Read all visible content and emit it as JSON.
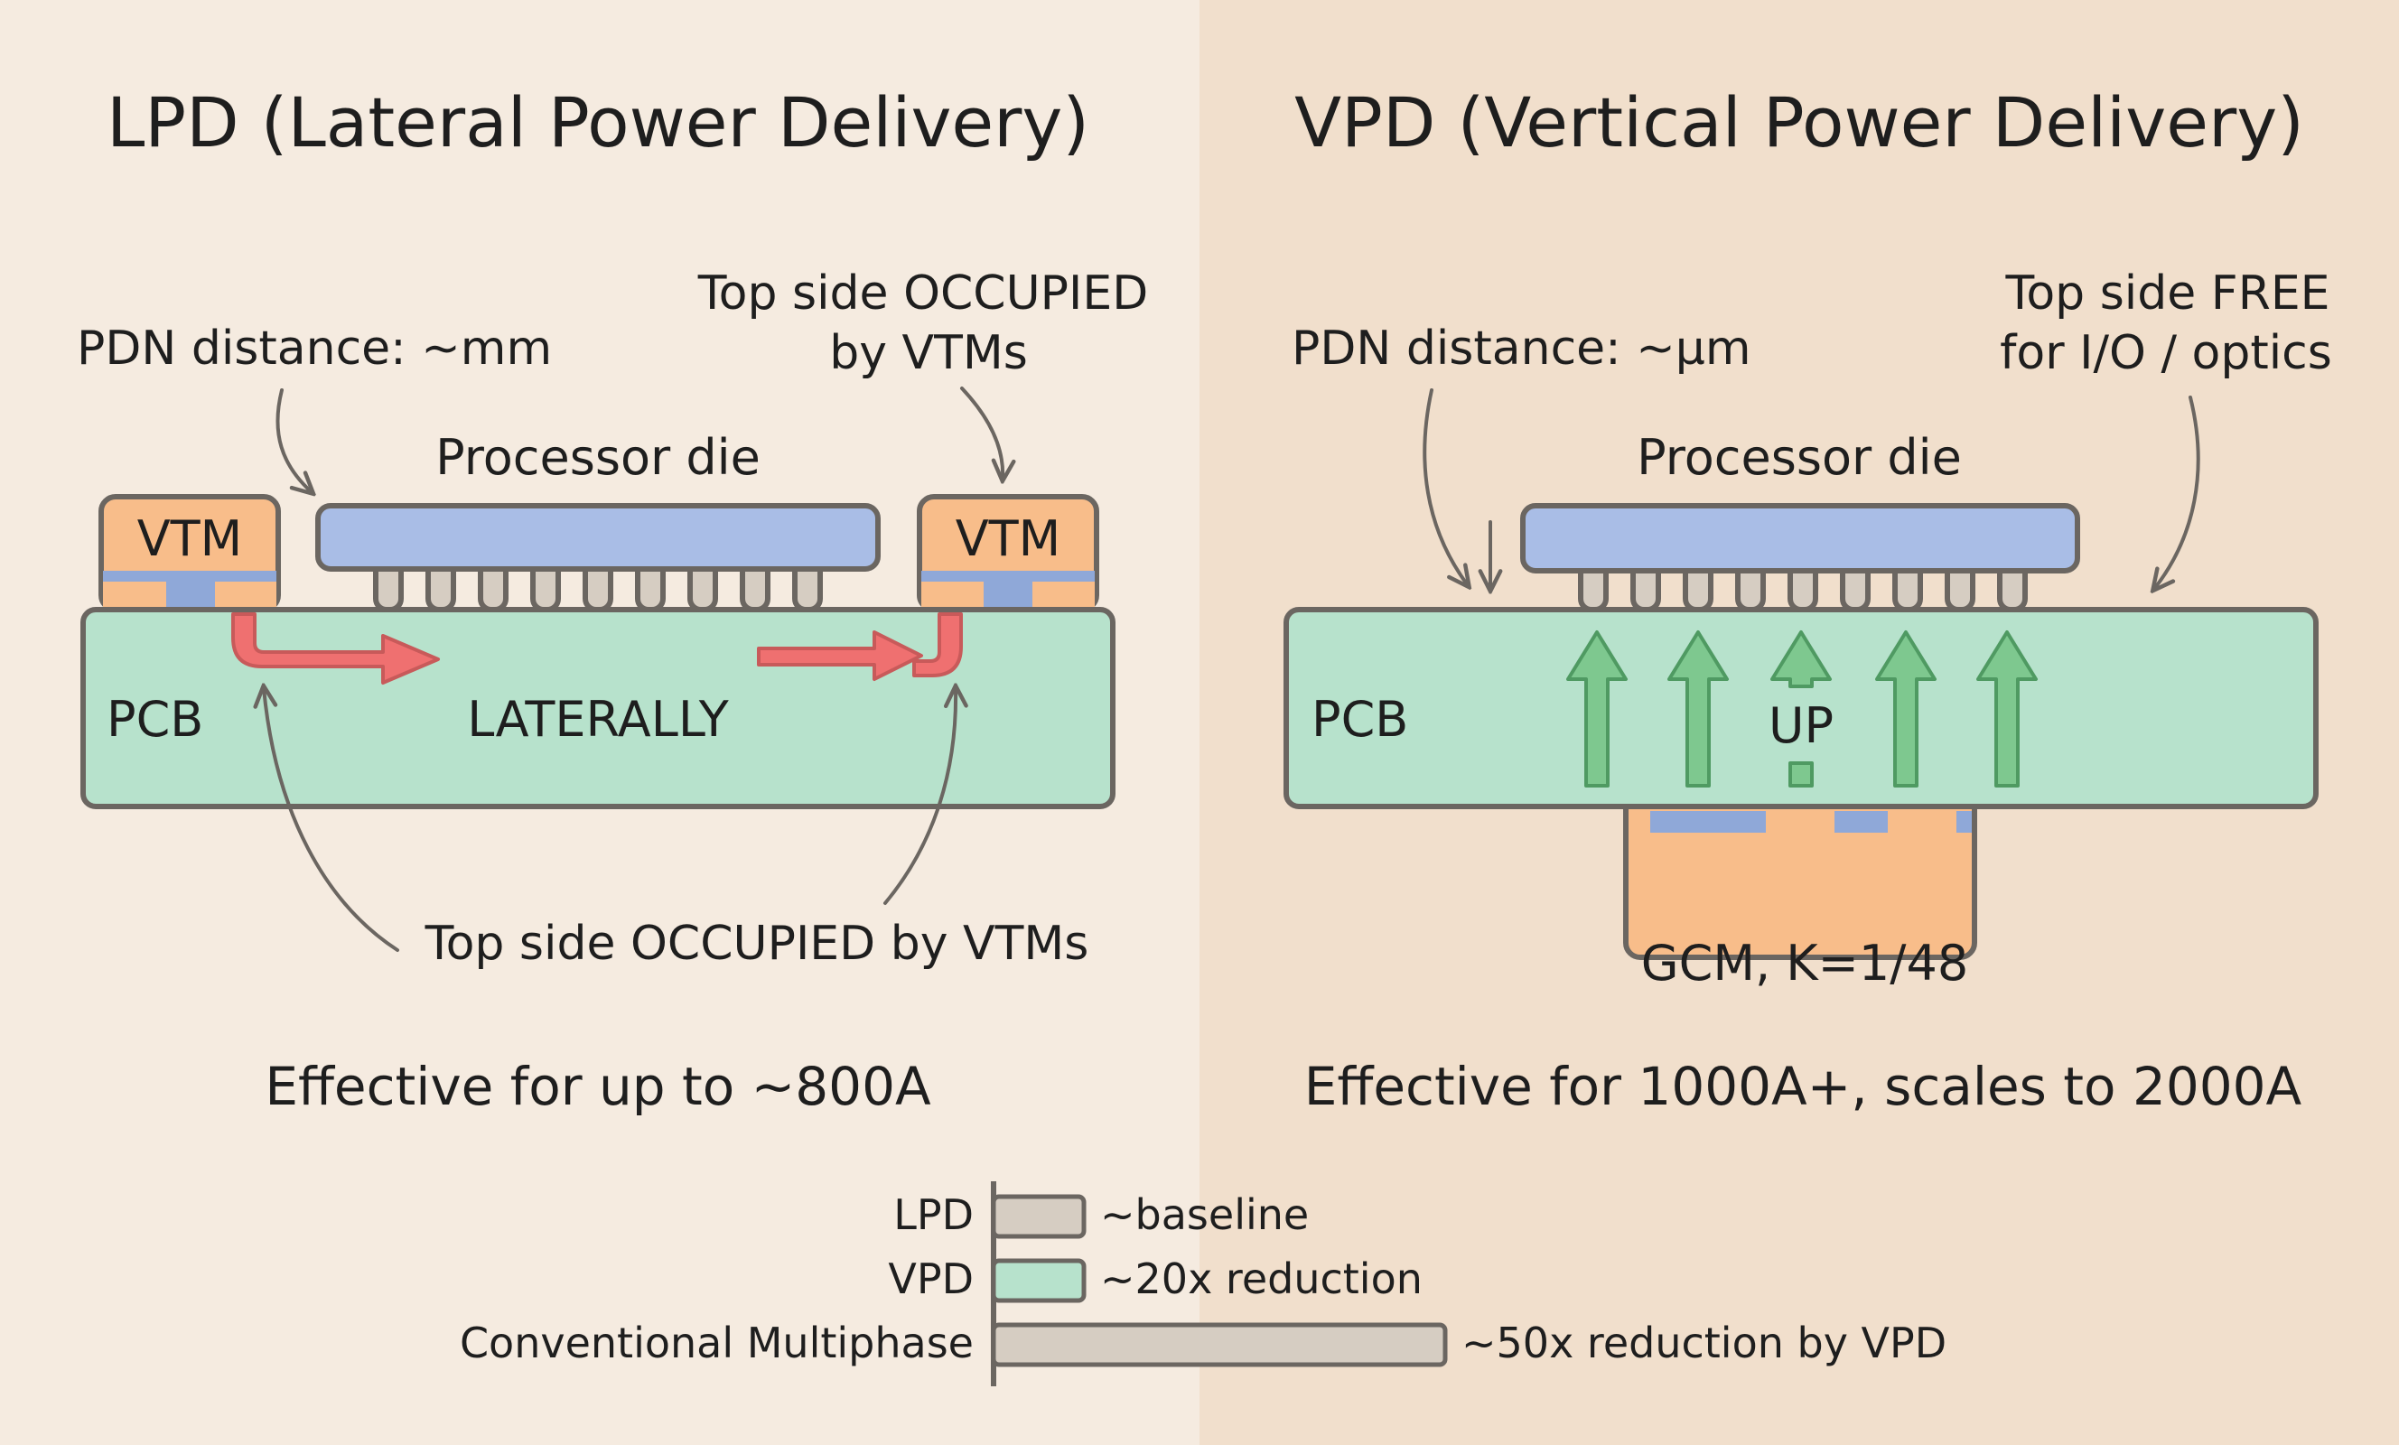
{
  "lpd": {
    "title": "LPD (Lateral Power Delivery)",
    "pdn_distance": "PDN distance: ~mm",
    "top_note_line1": "Top side OCCUPIED",
    "top_note_line2": "by VTMs",
    "processor_label": "Processor die",
    "vtm_left_label": "VTM",
    "vtm_right_label": "VTM",
    "pcb_label": "PCB",
    "flow_label": "LATERALLY",
    "bottom_note": "Top side OCCUPIED by VTMs",
    "effective": "Effective for up to ~800A"
  },
  "vpd": {
    "title": "VPD (Vertical Power Delivery)",
    "pdn_distance": "PDN distance: ~μm",
    "top_note_line1": "Top side FREE",
    "top_note_line2": "for I/O / optics",
    "processor_label": "Processor die",
    "pcb_label": "PCB",
    "flow_label": "UP",
    "gcm_label": "GCM, K=1/48",
    "effective": "Effective for 1000A+, scales to 2000A"
  },
  "colors": {
    "bg_left": "#f5ebe0",
    "bg_right": "#f1dfcc",
    "pcb": "#b7e2cc",
    "die": "#a9bde6",
    "vtm": "#f8bd8a",
    "contact": "#8fa8d8",
    "lateral_arrow": "#ef7070",
    "up_arrow": "#7ec88f",
    "bar_neutral": "#d6cdc2",
    "bar_vpd": "#b7e2cc",
    "outline": "#6b6661"
  },
  "chart_data": {
    "type": "bar",
    "orientation": "horizontal",
    "categories": [
      "LPD",
      "VPD",
      "Conventional Multiphase"
    ],
    "values": [
      1,
      1,
      5
    ],
    "annotations": [
      "~baseline",
      "~20x reduction",
      "~50x reduction by VPD"
    ],
    "title": "",
    "xlabel": "",
    "ylabel": ""
  }
}
